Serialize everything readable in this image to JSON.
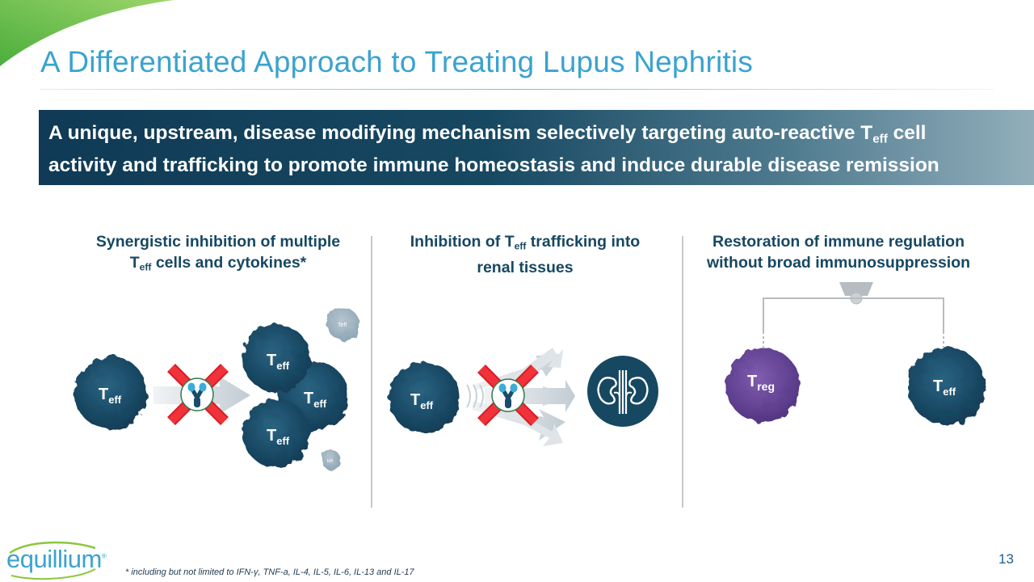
{
  "title": "A Differentiated Approach to Treating Lupus Nephritis",
  "banner": {
    "line1_before": "A unique, upstream, disease modifying mechanism selectively targeting auto-reactive T",
    "line1_sub": "eff",
    "line1_after": " cell",
    "line2": "activity and trafficking to promote immune homeostasis and induce durable disease remission"
  },
  "columns": [
    {
      "heading_line1": "Synergistic inhibition of multiple",
      "heading_line2_before": "T",
      "heading_line2_sub": "eff",
      "heading_line2_after": " cells and cytokines*"
    },
    {
      "heading_line1_before": "Inhibition of T",
      "heading_line1_sub": "eff",
      "heading_line1_after": " trafficking into",
      "heading_line2": "renal tissues"
    },
    {
      "heading_line1": "Restoration of immune regulation",
      "heading_line2": "without broad immunosuppression"
    }
  ],
  "cells": {
    "t_letter": "T",
    "eff_sub": "eff",
    "reg_sub": "reg",
    "small_label": "Teff"
  },
  "icons": {
    "block_mark": "red-x-icon",
    "drug": "antibody-icon",
    "organ": "kidney-icon",
    "scale": "balance-scale-icon"
  },
  "colors": {
    "title": "#3aa3cf",
    "banner_dark": "#103a55",
    "heading": "#174862",
    "teff_cell": "#1b4e6b",
    "treg_cell": "#6a4a9a",
    "block_red": "#e5161d",
    "antibody": "#3aaed8"
  },
  "footnote": "* including but not limited to IFN-γ, TNF-a, IL-4, IL-5, IL-6, IL-13 and IL-17",
  "page_number": "13",
  "logo": {
    "name": "equillium",
    "mark": "®"
  }
}
